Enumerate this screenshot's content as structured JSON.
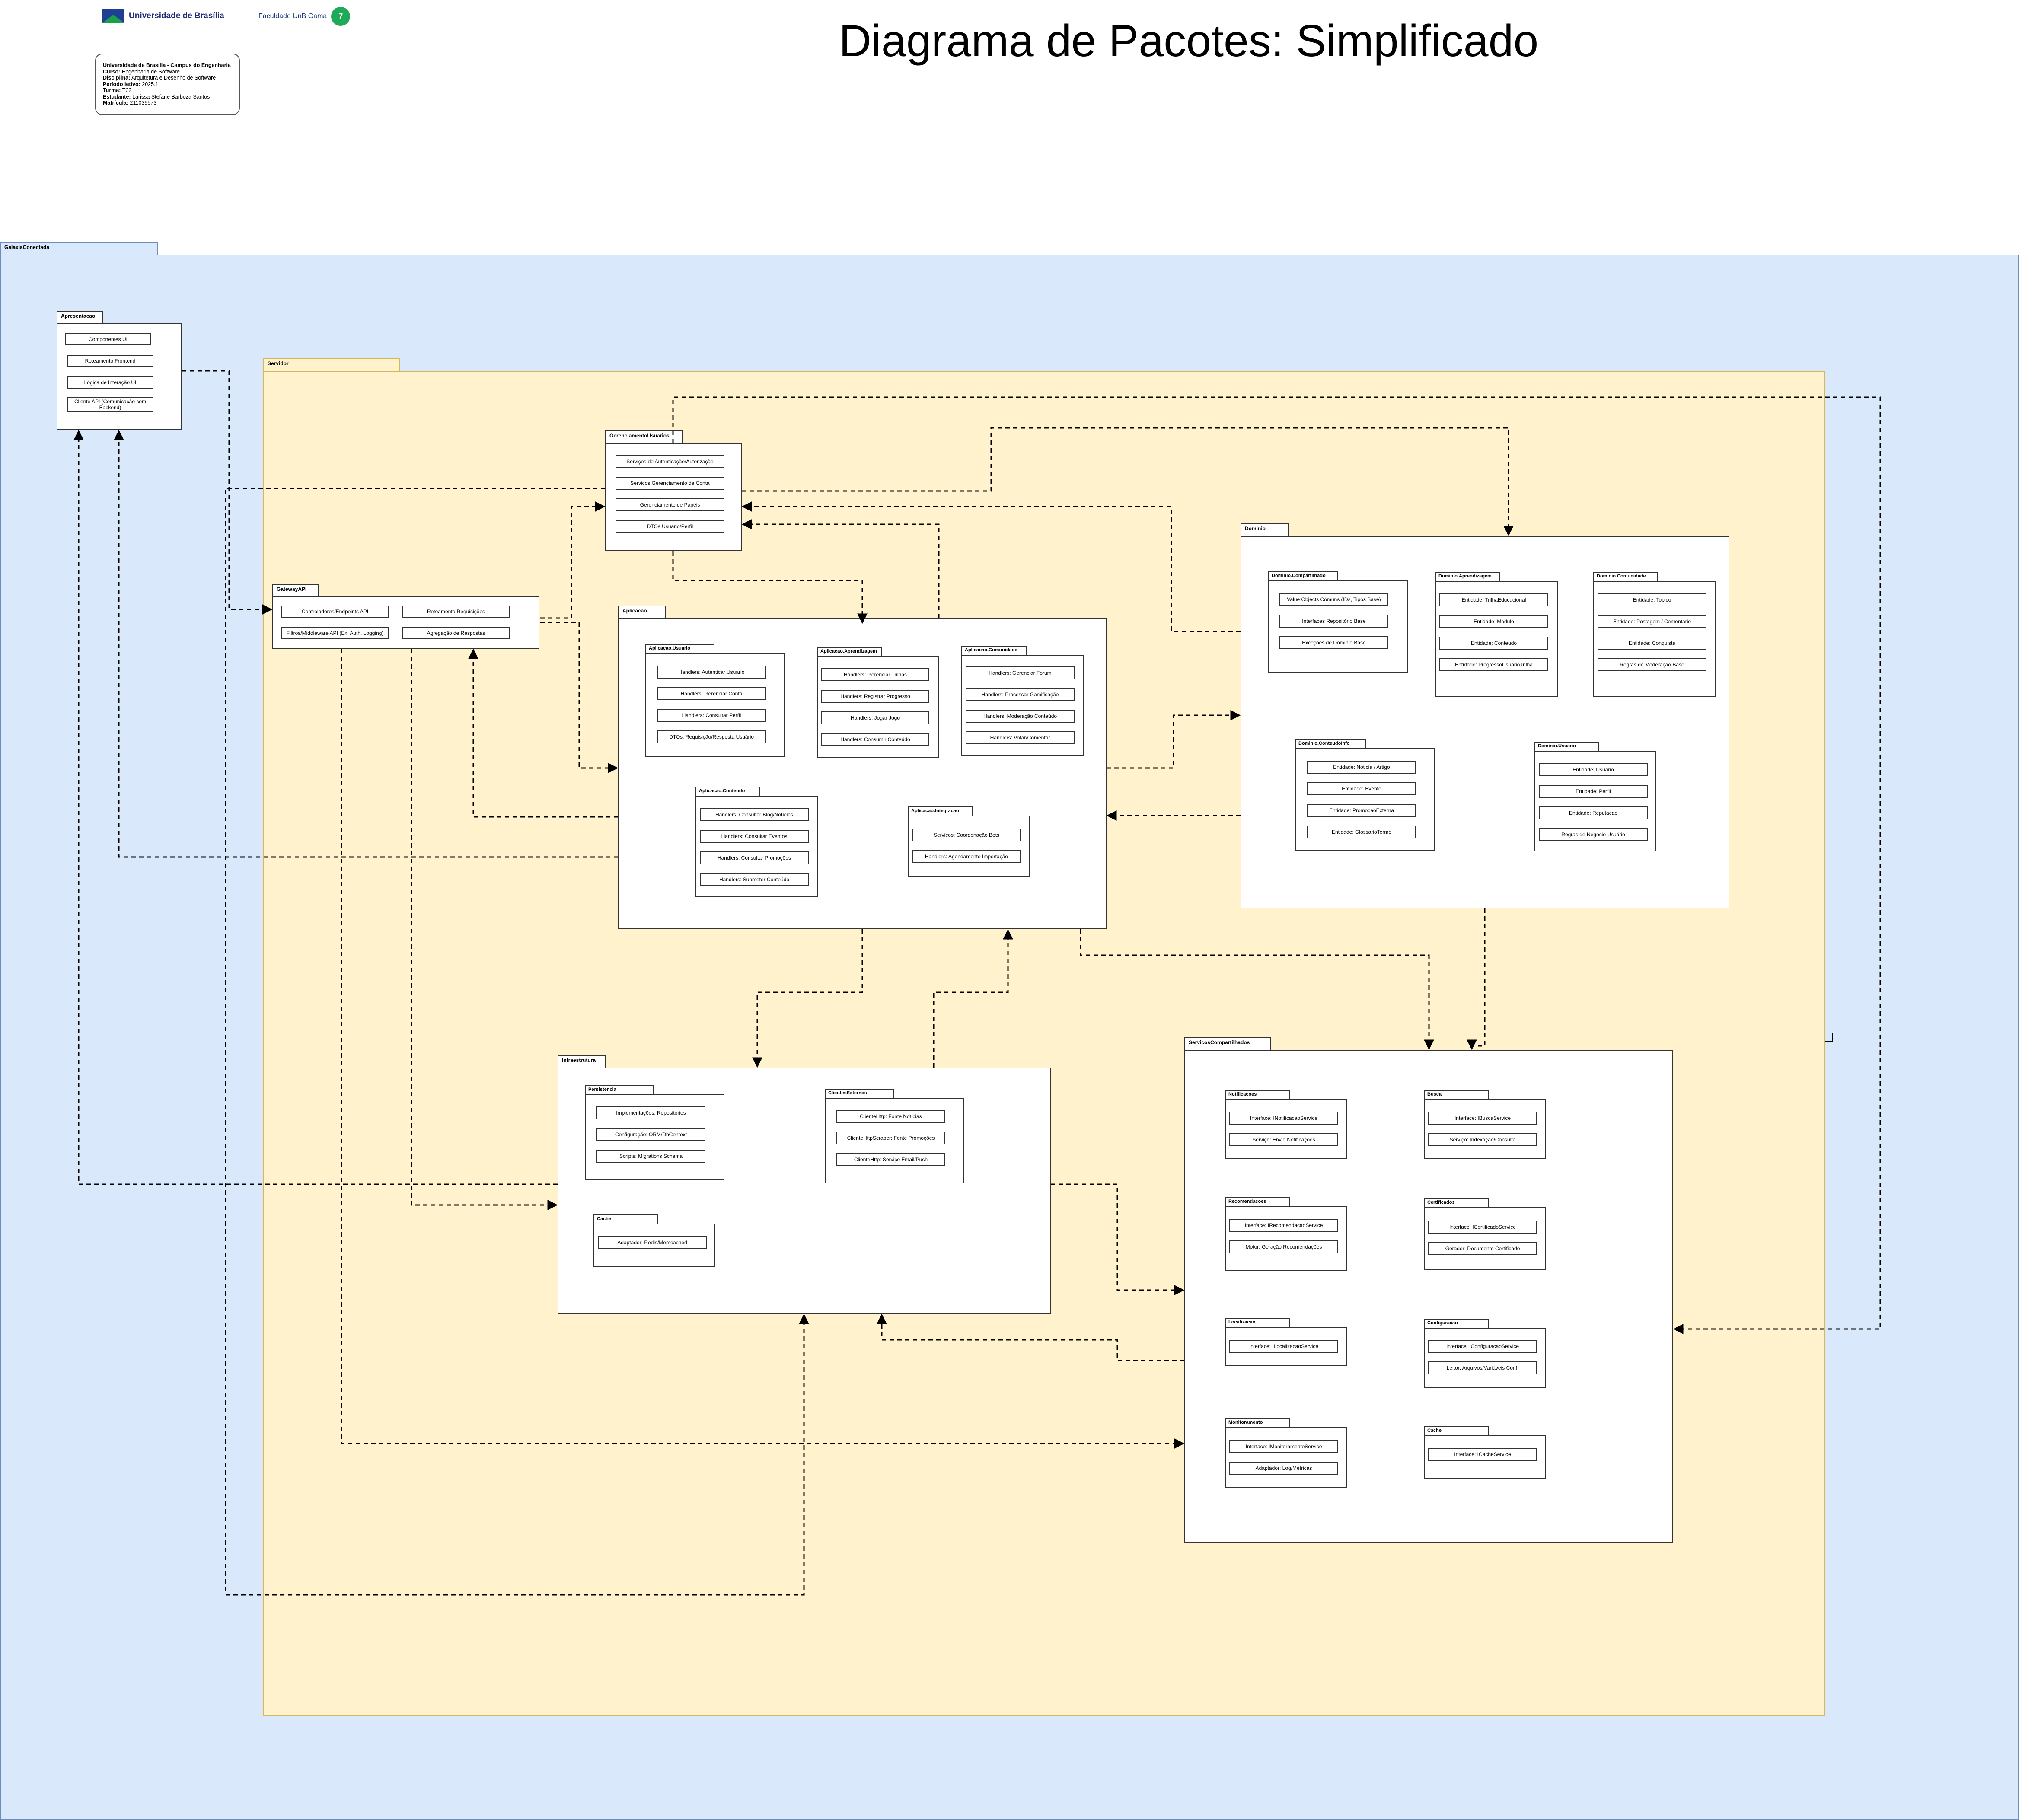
{
  "header": {
    "logo_name": "Universidade de Brasília",
    "fga_label": "Faculdade UnB Gama",
    "fga_badge": "7",
    "title": "Diagrama de Pacotes: Simplificado"
  },
  "info": {
    "university_label": "Universidade de Brasília - Campus do Engenharia",
    "course_label": "Curso:",
    "course_value": "Engenharia de Software",
    "discipline_label": "Disciplina:",
    "discipline_value": "Arquitetura e Desenho de Software",
    "period_label": "Período letivo:",
    "period_value": "2025.1",
    "class_label": "Turma:",
    "class_value": "T02",
    "student_label": "Estudante:",
    "student_value": "Larissa Stefane Barboza Santos",
    "matricula_label": "Matrícula:",
    "matricula_value": "211039573"
  },
  "colors": {
    "outer_fill": "#dae8fc",
    "outer_border": "#6c8ebf",
    "server_fill": "#fff2cc",
    "server_border": "#d6b656"
  },
  "packages": {
    "outer": "GalaxiaConectada",
    "server": "Servidor",
    "apresentacao": {
      "name": "Apresentacao",
      "items": [
        "Componentes UI",
        "Roteamento Frontend",
        "Lógica de Interação UI",
        "Cliente API (Comunicação com Backend)"
      ]
    },
    "gateway": {
      "name": "GatewayAPI",
      "items": [
        "Controladores/Endpoints API",
        "Roteamento Requisições",
        "Filtros/Middleware API (Ex: Auth, Logging)",
        "Agregação de Respostas"
      ]
    },
    "gerenciamento": {
      "name": "GerenciamentoUsuarios",
      "items": [
        "Serviços de Autenticação/Autorização",
        "Serviços Gerenciamento de Conta",
        "Gerenciamento de Papéis",
        "DTOs Usuário/Perfil"
      ]
    },
    "aplicacao": {
      "name": "Aplicacao",
      "usuario": {
        "name": "Aplicacao.Usuario",
        "items": [
          "Handlers: Autenticar Usuario",
          "Handlers: Gerenciar Conta",
          "Handlers: Consultar Perfil",
          "DTOs: Requisição/Resposta Usuário"
        ]
      },
      "aprendizagem": {
        "name": "Aplicacao.Aprendizagem",
        "items": [
          "Handlers: Gerenciar Trilhas",
          "Handlers: Registrar Progresso",
          "Handlers: Jogar Jogo",
          "Handlers: Consumir Conteúdo"
        ]
      },
      "comunidade": {
        "name": "Aplicacao.Comunidade",
        "items": [
          "Handlers: Gerenciar Forum",
          "Handlers: Processar Gamificação",
          "Handlers: Moderação Conteúdo",
          "Handlers: Votar/Comentar"
        ]
      },
      "conteudo": {
        "name": "Aplicacao.Conteudo",
        "items": [
          "Handlers: Consultar Blog/Notícias",
          "Handlers: Consultar Eventos",
          "Handlers: Consultar Promoções",
          "Handlers: Submeter Conteúdo"
        ]
      },
      "integracao": {
        "name": "Aplicacao.Integracao",
        "items": [
          "Serviços: Coordenação Bots",
          "Handlers: Agendamento Importação"
        ]
      }
    },
    "dominio": {
      "name": "Dominio",
      "compartilhado": {
        "name": "Dominio.Compartilhado",
        "items": [
          "Value Objects Comuns (IDs, Tipos Base)",
          "Interfaces Repositório Base",
          "Exceções de Domínio Base"
        ]
      },
      "aprendizagem": {
        "name": "Dominio.Aprendizagem",
        "items": [
          "Entidade: TrilhaEducacional",
          "Entidade: Modulo",
          "Entidade: Conteudo",
          "Entidade: ProgressoUsuarioTrilha"
        ]
      },
      "comunidade": {
        "name": "Dominio.Comunidade",
        "items": [
          "Entidade: Topico",
          "Entidade: Postagem / Comentario",
          "Entidade: Conquista",
          "Regras de Moderação Base"
        ]
      },
      "conteudoinfo": {
        "name": "Dominio.ConteudoInfo",
        "items": [
          "Entidade: Noticia / Artigo",
          "Entidade: Evento",
          "Entidade: PromocaoExterna",
          "Entidade: GlossarioTermo"
        ]
      },
      "usuario": {
        "name": "Dominio.Usuario",
        "items": [
          "Entidade: Usuario",
          "Entidade: Perfil",
          "Entidade: Reputacao",
          "Regras de Negócio Usuário"
        ]
      }
    },
    "infraestrutura": {
      "name": "Infraestrutura",
      "persistencia": {
        "name": "Persistencia",
        "items": [
          "Implementações: Repositórios",
          "Configuração: ORM/DbContext",
          "Scripts: Migrations Schema"
        ]
      },
      "clientes": {
        "name": "ClientesExternos",
        "items": [
          "ClienteHttp: Fonte Notícias",
          "ClienteHttpScraper: Fonte Promoções",
          "ClienteHttp: Serviço Email/Push"
        ]
      },
      "cache": {
        "name": "Cache",
        "items": [
          "Adaptador: Redis/Memcached"
        ]
      }
    },
    "servicos": {
      "name": "ServicosCompartilhados",
      "notificacoes": {
        "name": "Notificacoes",
        "items": [
          "Interface: INotificacaoService",
          "Serviço: Envio Notificações"
        ]
      },
      "busca": {
        "name": "Busca",
        "items": [
          "Interface: IBuscaService",
          "Serviço: Indexação/Consulta"
        ]
      },
      "recomendacoes": {
        "name": "Recomendacoes",
        "items": [
          "Interface: IRecomendacaoService",
          "Motor: Geração Recomendações"
        ]
      },
      "certificados": {
        "name": "Certificados",
        "items": [
          "Interface: ICertificadoService",
          "Gerador: Documento Certificado"
        ]
      },
      "localizacao": {
        "name": "Localizacao",
        "items": [
          "Interface: ILocalizacaoService"
        ]
      },
      "configuracao": {
        "name": "Configuracao",
        "items": [
          "Interface: IConfiguracaoService",
          "Leitor: Arquivos/Variáveis Conf."
        ]
      },
      "monitoramento": {
        "name": "Monitoramento",
        "items": [
          "Interface: IMonitoramentoService",
          "Adaptador: Log/Métricas"
        ]
      },
      "cache": {
        "name": "Cache",
        "items": [
          "Interface: ICacheService"
        ]
      }
    }
  }
}
